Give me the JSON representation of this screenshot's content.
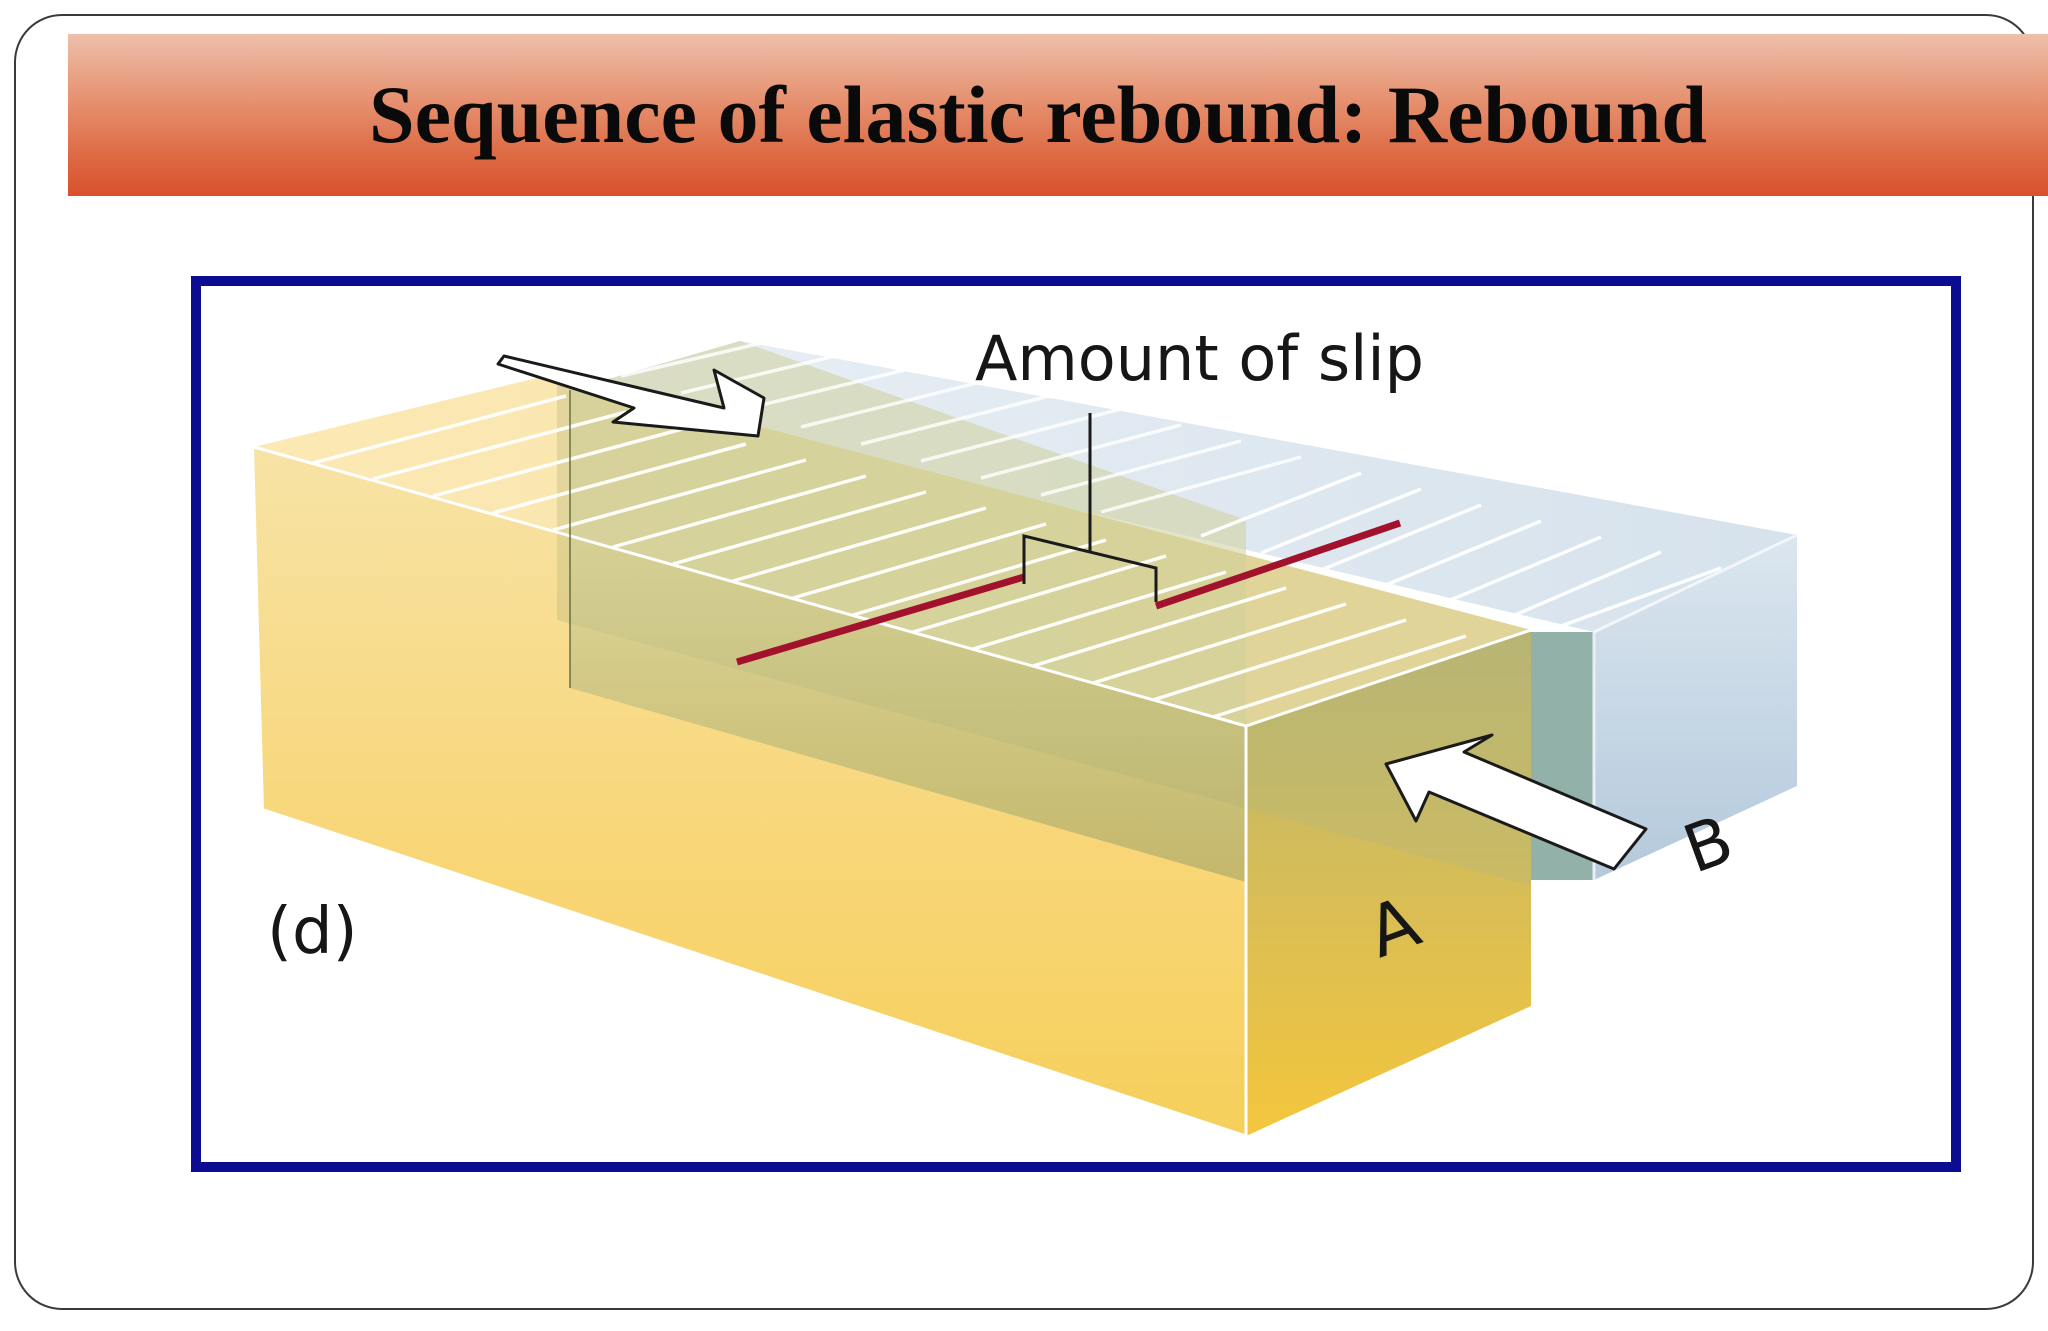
{
  "slide": {
    "title": "Sequence of elastic rebound: Rebound"
  },
  "figure": {
    "label_slip": "Amount of slip",
    "label_panel": "(d)",
    "label_block_a": "A",
    "label_block_b": "B",
    "colors": {
      "frame": "#0c0c92",
      "offset_line": "#a3122c",
      "block_a_tint": "#f6cf5a",
      "block_b_tint": "#c9dbea",
      "overlap_tint": "#a8a86a"
    },
    "icons": [
      "push-arrow-outline-icon",
      "push-arrow-filled-icon",
      "slip-bracket-icon"
    ]
  }
}
